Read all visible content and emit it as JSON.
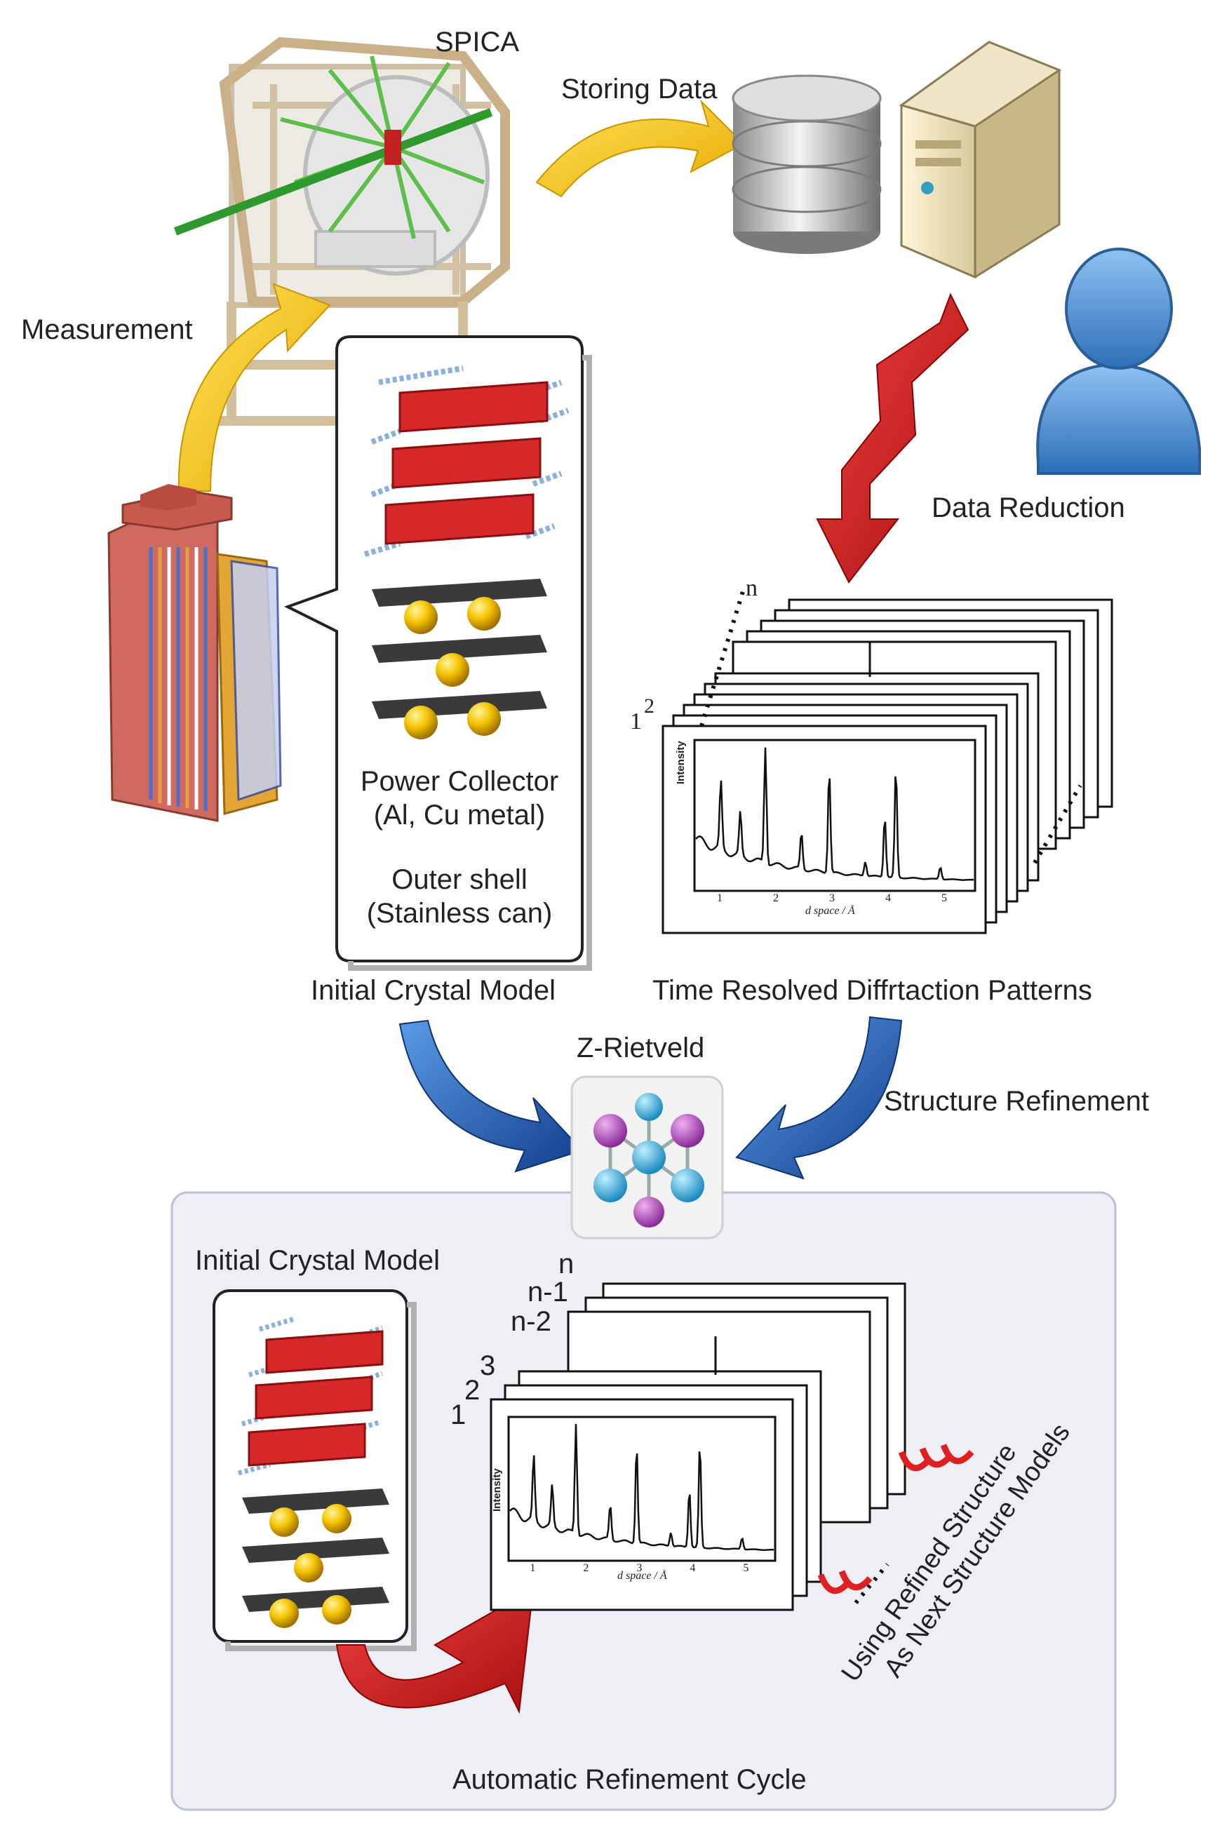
{
  "labels": {
    "spica": "SPICA",
    "storing_data": "Storing Data",
    "measurement": "Measurement",
    "data_reduction": "Data Reduction",
    "power_collector": "Power Collector",
    "power_collector_sub": "(Al, Cu metal)",
    "outer_shell": "Outer shell",
    "outer_shell_sub": "(Stainless can)",
    "initial_crystal_model": "Initial Crystal Model",
    "time_resolved": "Time Resolved Diffrtaction Patterns",
    "z_rietveld": "Z-Rietveld",
    "structure_refinement": "Structure Refinement",
    "initial_crystal_model_cycle": "Initial Crystal Model",
    "automatic_refinement_cycle": "Automatic Refinement Cycle",
    "using_refined_1": "Using Refined Structure",
    "using_refined_2": "As Next Structure Models"
  },
  "stack_top": {
    "n": "n",
    "one": "1",
    "two": "2"
  },
  "stack_bottom": {
    "n": "n",
    "n1": "n-1",
    "n2": "n-2",
    "one": "1",
    "two": "2",
    "three": "3"
  },
  "plot": {
    "ylabel": "Intensity",
    "xlabel": "d space / Å",
    "ticks": [
      "1",
      "2",
      "3",
      "4",
      "5"
    ]
  },
  "colors": {
    "arrow_yellow": "#f2c200",
    "arrow_red": "#d42020",
    "arrow_blue": "#1f5fb8",
    "crystal_red": "#d62828",
    "sphere_gold": "#f4c400",
    "cycle_bg": "#eeeef4"
  }
}
